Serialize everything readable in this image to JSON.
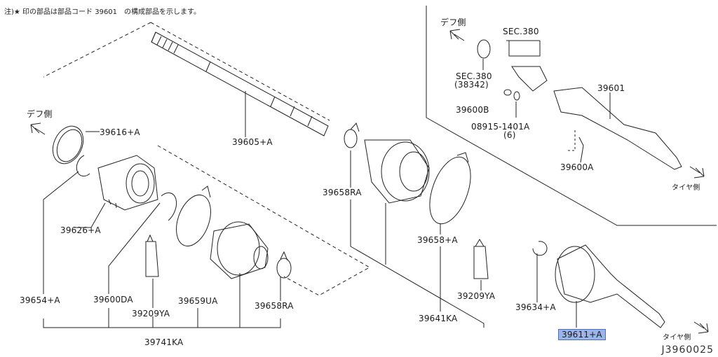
{
  "note": "注)★ 印の部品は部品コード 39601　の構成部品を示します。",
  "direction_labels": {
    "diff_side": "デフ側",
    "tire_side": "タイヤ側"
  },
  "labels": {
    "p39616": "39616+A",
    "p39626": "39626+A",
    "p39654": "39654+A",
    "p39600DA": "39600DA",
    "p39209YA_left": "39209YA",
    "p39659UA": "39659UA",
    "p39658RA_left": "39658RA",
    "p39741KA": "39741KA",
    "p39605": "39605+A",
    "p39658RA_mid": "39658RA",
    "p39658A": "39658+A",
    "p39209YA_right": "39209YA",
    "p39641KA": "39641KA",
    "p39634": "39634+A",
    "p39611": "39611+A",
    "sec380_top": "SEC.380",
    "sec380_left": "SEC.380",
    "sec380_left_sub": "(38342)",
    "p39600B": "39600B",
    "p08915": "08915-1401A",
    "p08915_qty": "(6)",
    "p39601": "39601",
    "p39600A": "39600A"
  },
  "figure_id": "J3960025",
  "colors": {
    "highlight": "#9db4e8",
    "line": "#222222"
  }
}
